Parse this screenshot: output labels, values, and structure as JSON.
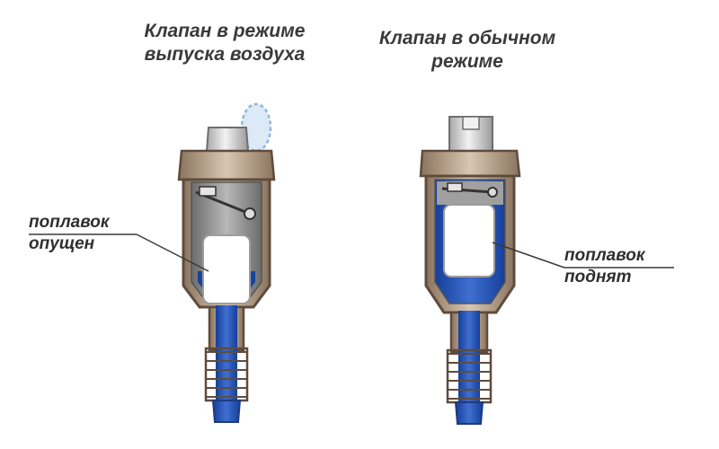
{
  "titles": {
    "left": [
      "Клапан в режиме",
      "выпуска воздуха"
    ],
    "right": [
      "Клапан в обычном",
      "режиме"
    ]
  },
  "labels": {
    "left": [
      "поплавок",
      "опущен"
    ],
    "right": [
      "поплавок",
      "поднят"
    ]
  },
  "colors": {
    "water": "#1f4fb8",
    "water_light": "#6f93d6",
    "brass": "#b99f86",
    "brass_dark": "#7a6552",
    "chrome": "#d8d8d8",
    "glass": "#9a9a9a",
    "float": "#ffffff",
    "air_bubble": "#8fb7dc"
  },
  "icons": [
    "air-bubble-icon"
  ]
}
